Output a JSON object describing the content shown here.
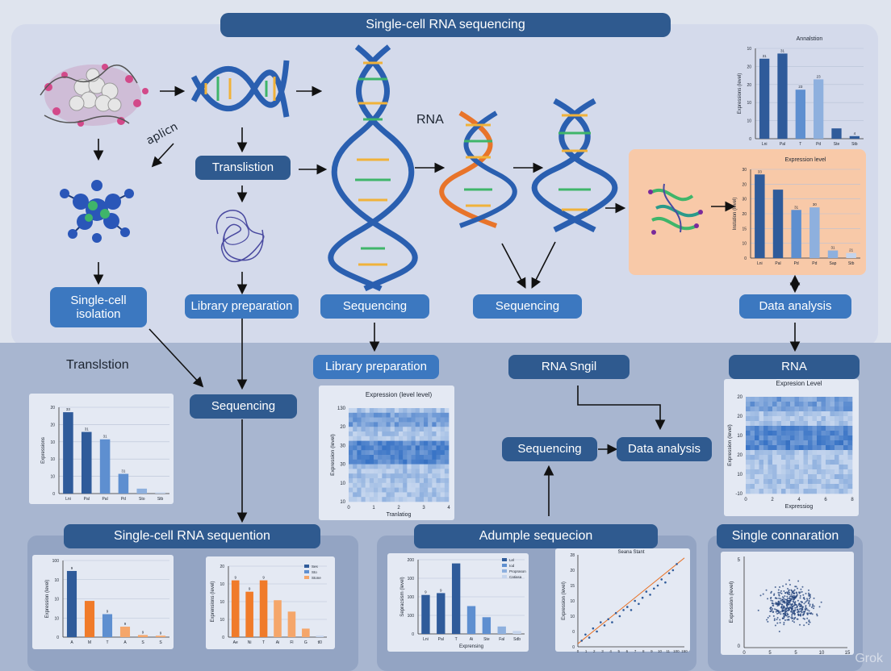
{
  "header": {
    "title": "Single-cell RNA sequencing"
  },
  "labels": {
    "aplicn": "aplicn",
    "rna_top": "RNA",
    "translstion_bottom": "Translstion",
    "watermark": "Grok"
  },
  "pills": {
    "translistion": "Translistion",
    "single_cell_isolation": "Single-cell isolation",
    "library_prep_top": "Library preparation",
    "sequencing_top_1": "Sequencing",
    "sequencing_top_2": "Sequencing",
    "data_analysis_top": "Data analysis",
    "sequencing_mid": "Sequencing",
    "library_prep_mid": "Library preparation",
    "rna_sngil": "RNA Sngil",
    "rna_right": "RNA",
    "sequencing_lower": "Sequencing",
    "data_analysis_lower": "Data analysis",
    "single_cell_sequention": "Single-cell RNA sequention",
    "adumple_sequecion": "Adumple sequecion",
    "single_connaration": "Single connaration"
  },
  "charts": {
    "top_right": {
      "title": "Annalstion",
      "ylabel": "Expressions (level)",
      "ytick_labels": [
        "10",
        "20",
        "20",
        "10",
        "10",
        "0"
      ],
      "categories": [
        "Lni",
        "Pal",
        "T",
        "Pd",
        "Ste",
        "Stb"
      ],
      "data_labels": [
        "31",
        "31",
        "23",
        "23",
        "",
        "4"
      ],
      "colors": [
        "#2f5b9a",
        "#2f5b9a",
        "#5e8fd0",
        "#8eb0de",
        "#2f5b9a",
        "#2f5b9a"
      ]
    },
    "orange": {
      "title": "Expression level",
      "ylabel": "Instation (level)",
      "ytick_labels": [
        "30",
        "20",
        "30",
        "20",
        "15",
        "10",
        "0"
      ],
      "categories": [
        "Lni",
        "Pal",
        "Pd",
        "Pd",
        "Sap",
        "Stb"
      ],
      "data_labels": [
        "33",
        "",
        "31",
        "30",
        "31",
        "21"
      ],
      "colors": [
        "#2f5b9a",
        "#2f5b9a",
        "#5e8fd0",
        "#8eb0de",
        "#8eb0de",
        "#c5d4ec"
      ]
    },
    "left_mid": {
      "ylabel": "Expressions",
      "ytick_labels": [
        "20",
        "20",
        "10",
        "10",
        "10",
        "0"
      ],
      "categories": [
        "Lni",
        "Pal",
        "Pal",
        "Pd",
        "Sto",
        "Stb"
      ],
      "data_labels": [
        "33",
        "31",
        "31",
        "31",
        "",
        ""
      ],
      "colors": [
        "#2f5b9a",
        "#2f5b9a",
        "#5e8fd0",
        "#5e8fd0",
        "#8eb0de",
        "#c5d4ec"
      ]
    },
    "heatmap_mid": {
      "title": "Expression (level level)",
      "ylabel": "Expression (level)",
      "xlabel": "Tranlatiog",
      "ytick_labels": [
        "130",
        "20",
        "30",
        "30",
        "10",
        "10"
      ],
      "xtick_labels": [
        "0",
        "1",
        "2",
        "3",
        "4"
      ]
    },
    "heatmap_right": {
      "title": "Expresion Level",
      "ylabel": "Expression (level)",
      "xlabel": "Expressiog",
      "ytick_labels": [
        "20",
        "20",
        "10",
        "20",
        "10",
        "-10"
      ],
      "xtick_labels": [
        "0",
        "2",
        "4",
        "6",
        "8"
      ]
    },
    "bottom_1": {
      "ylabel": "Expression (level)",
      "ytick_labels": [
        "100",
        "10",
        "10",
        "10",
        "0"
      ],
      "categories": [
        "A",
        "M",
        "T",
        "A",
        "S",
        "S"
      ],
      "data_labels": [
        "9",
        "",
        "9",
        "9",
        "9",
        "9"
      ],
      "colors": [
        "#2f5b9a",
        "#f07b2a",
        "#5e8fd0",
        "#f5a66a",
        "#f5a66a",
        "#f5a66a"
      ]
    },
    "bottom_2": {
      "ylabel": "Exprensions (level)",
      "ytick_labels": [
        "20",
        "10",
        "10",
        "10",
        "0"
      ],
      "categories": [
        "Ae",
        "Ni",
        "T",
        "Ai",
        "Fl",
        "G",
        "tl0"
      ],
      "data_labels": [
        "9",
        "9",
        "9",
        "",
        "",
        "",
        ""
      ],
      "legend": [
        "Ses",
        "Sto",
        "Stone"
      ],
      "legend_colors": [
        "#2f5b9a",
        "#5e8fd0",
        "#f5a66a"
      ],
      "colors": [
        "#f07b2a",
        "#f07b2a",
        "#f07b2a",
        "#f5a66a",
        "#f5a66a",
        "#f5a66a",
        "#c5d4ec"
      ]
    },
    "bottom_3": {
      "ylabel": "Sepracsism (level)",
      "xlabel": "Exprensing",
      "ytick_labels": [
        "200",
        "100",
        "100",
        "100",
        "0"
      ],
      "categories": [
        "Lni",
        "Pal",
        "T",
        "Ai",
        "Ste",
        "Fal",
        "Sdb"
      ],
      "data_labels": [
        "9",
        "9",
        "",
        "",
        "",
        "",
        ""
      ],
      "legend": [
        "Lel",
        "Iod",
        "Proprason",
        "Catiasa"
      ],
      "legend_colors": [
        "#2f5b9a",
        "#5e8fd0",
        "#8eb0de",
        "#c5d4ec"
      ],
      "colors": [
        "#2f5b9a",
        "#2f5b9a",
        "#2f5b9a",
        "#5e8fd0",
        "#5e8fd0",
        "#8eb0de",
        "#c5d4ec"
      ]
    },
    "scatter_mid": {
      "title": "Seana Stant",
      "ylabel": "Expression (level)",
      "ytick_labels": [
        "28",
        "20",
        "15",
        "10",
        "10",
        "0",
        "0"
      ],
      "xtick_labels": [
        "0",
        "1",
        "2",
        "3",
        "4",
        "5",
        "6",
        "7",
        "8",
        "9",
        "10",
        "11",
        "100",
        "150"
      ]
    },
    "scatter_right": {
      "ylabel": "Expression (level)",
      "xtick_labels": [
        "0",
        "5",
        "5",
        "10",
        "15"
      ],
      "ytick_labels": [
        "0",
        "5"
      ]
    }
  },
  "chart_data": [
    {
      "type": "bar",
      "title": "Annalstion",
      "ylabel": "Expressions (level)",
      "categories": [
        "Lni",
        "Pal",
        "T",
        "Pd",
        "Ste",
        "Stb"
      ],
      "values": [
        31,
        33,
        19,
        23,
        4,
        1
      ],
      "ylim": [
        0,
        35
      ]
    },
    {
      "type": "bar",
      "title": "Expression level",
      "ylabel": "Instation (level)",
      "categories": [
        "Lni",
        "Pal",
        "Pd",
        "Pd",
        "Sap",
        "Stb"
      ],
      "values": [
        33,
        27,
        19,
        20,
        3,
        2
      ],
      "ylim": [
        0,
        35
      ]
    },
    {
      "type": "bar",
      "ylabel": "Expressions",
      "categories": [
        "Lni",
        "Pal",
        "Pal",
        "Pd",
        "Sto",
        "Stb"
      ],
      "values": [
        33,
        25,
        22,
        8,
        2,
        0.5
      ],
      "ylim": [
        0,
        35
      ]
    },
    {
      "type": "bar",
      "ylabel": "Expression (level)",
      "categories": [
        "A",
        "M",
        "T",
        "A",
        "S",
        "S"
      ],
      "values": [
        95,
        52,
        33,
        15,
        3,
        2
      ],
      "ylim": [
        0,
        110
      ]
    },
    {
      "type": "bar",
      "ylabel": "Exprensions (level)",
      "categories": [
        "Ae",
        "Ni",
        "T",
        "Ai",
        "Fl",
        "G",
        "tl0"
      ],
      "values": [
        20,
        16,
        20,
        13,
        9,
        3,
        0.5
      ],
      "ylim": [
        0,
        25
      ]
    },
    {
      "type": "bar",
      "ylabel": "Sepracsism (level)",
      "xlabel": "Exprensing",
      "categories": [
        "Lni",
        "Pal",
        "T",
        "Ai",
        "Ste",
        "Fal",
        "Sdb"
      ],
      "values": [
        105,
        110,
        190,
        75,
        45,
        20,
        8
      ],
      "ylim": [
        0,
        200
      ]
    },
    {
      "type": "scatter",
      "title": "Seana Stant",
      "ylabel": "Expression (level)",
      "x": [
        0.5,
        1,
        1.5,
        2,
        2.5,
        3,
        3.5,
        4,
        4.5,
        5,
        5.5,
        6,
        6.5,
        7,
        7.5,
        8,
        8.5,
        9,
        9.5,
        10,
        10.5,
        11,
        11.5,
        12,
        12.5,
        13
      ],
      "y": [
        2,
        4,
        3,
        6,
        5,
        8,
        7,
        9,
        8,
        11,
        10,
        12,
        13,
        12,
        15,
        14,
        16,
        18,
        17,
        19,
        20,
        22,
        21,
        24,
        25,
        27
      ]
    }
  ]
}
